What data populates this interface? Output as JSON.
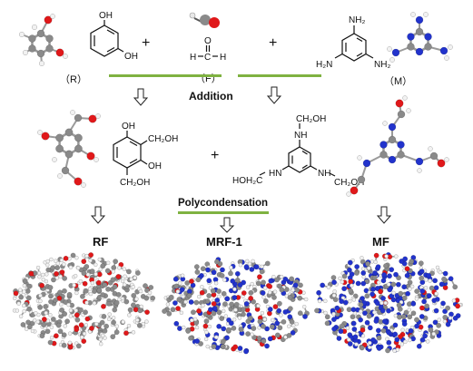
{
  "colors": {
    "carbon": "#8a8a8a",
    "oxygen": "#e0181a",
    "hydrogen": "#f2f2f2",
    "nitrogen": "#2233cc",
    "bar": "#7fb241",
    "bond": "#111111"
  },
  "labels": {
    "r": "（R）",
    "f": "（F）",
    "m": "（M）",
    "addition": "Addition",
    "polycondensation": "Polycondensation",
    "plus1": "+",
    "plus2": "+",
    "plus3": "+",
    "rf": "RF",
    "mrf1": "MRF-1",
    "mf": "MF"
  },
  "formula": {
    "oh": "OH",
    "h": "H",
    "c": "C",
    "o": "O",
    "nh2": "NH₂",
    "h2n": "H₂N",
    "ch2oh": "CH₂OH",
    "hoh2c": "HOH₂C",
    "nh": "NH",
    "hn": "HN",
    "n": "N"
  }
}
